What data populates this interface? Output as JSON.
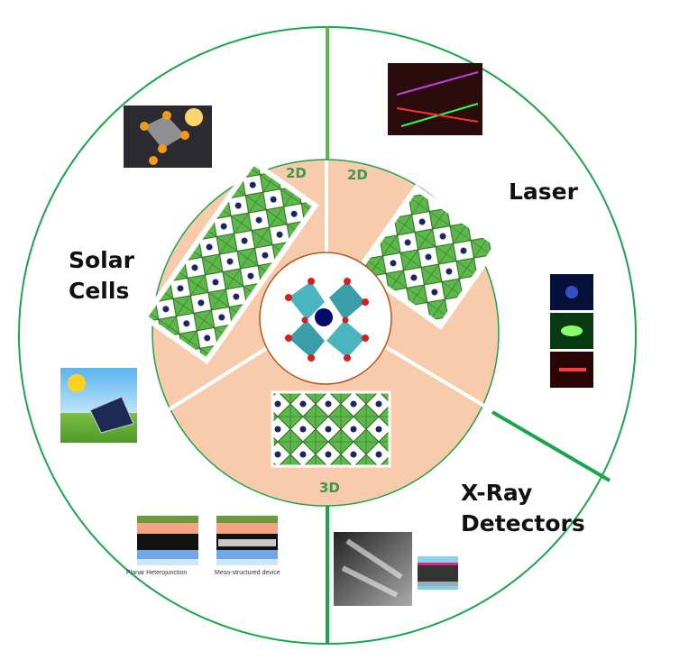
{
  "applications": {
    "solar": "Solar Cells",
    "laser": "Laser",
    "xray": "X-Ray Detectors"
  },
  "dimensions": {
    "top_left": "2D",
    "top_right": "2D",
    "bottom": "3D"
  },
  "device_captions": {
    "planar": "Planar Heterojunction",
    "meso": "Meso-structured device"
  },
  "colors": {
    "outer_ring": "#1aa64a",
    "inner_disc": "#f8cbad",
    "center_ring": "#b5561f",
    "label_green": "#3a9a4a",
    "octahedra": "#5cb84a"
  }
}
